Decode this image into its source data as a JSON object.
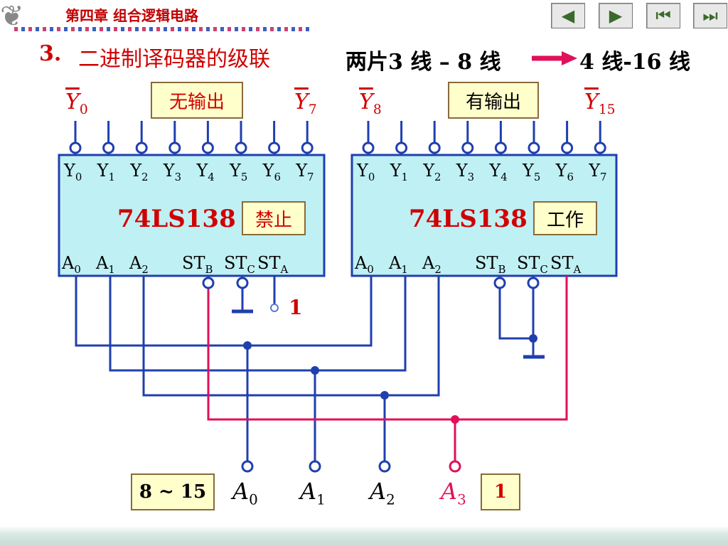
{
  "header": {
    "chapter": "第四章  组合逻辑电路"
  },
  "title": {
    "number": "3.",
    "text": "二进制译码器的级联",
    "desc_left": "两片3 线 – 8 线",
    "desc_right": "4 线-16 线"
  },
  "labels": {
    "no_output": "无输出",
    "has_output": "有输出",
    "disable": "禁止",
    "work": "工作",
    "range": "8 ~ 15",
    "a3_value": "1",
    "sta_value": "1"
  },
  "chips": [
    {
      "name": "74LS138",
      "outputs": [
        "Y",
        "Y",
        "Y",
        "Y",
        "Y",
        "Y",
        "Y",
        "Y"
      ],
      "output_subs": [
        "0",
        "1",
        "2",
        "3",
        "4",
        "5",
        "6",
        "7"
      ],
      "inputs_left": [
        "A",
        "A",
        "A"
      ],
      "inputs_left_subs": [
        "0",
        "1",
        "2"
      ],
      "inputs_right": [
        "ST",
        "ST",
        "ST"
      ],
      "inputs_right_subs": [
        "B",
        "C",
        "A"
      ],
      "top_left": "Y",
      "top_left_sub": "0",
      "top_right": "Y",
      "top_right_sub": "7"
    },
    {
      "name": "74LS138",
      "outputs": [
        "Y",
        "Y",
        "Y",
        "Y",
        "Y",
        "Y",
        "Y",
        "Y"
      ],
      "output_subs": [
        "0",
        "1",
        "2",
        "3",
        "4",
        "5",
        "6",
        "7"
      ],
      "inputs_left": [
        "A",
        "A",
        "A"
      ],
      "inputs_left_subs": [
        "0",
        "1",
        "2"
      ],
      "inputs_right": [
        "ST",
        "ST",
        "ST"
      ],
      "inputs_right_subs": [
        "B",
        "C",
        "A"
      ],
      "top_left": "Y",
      "top_left_sub": "8",
      "top_right": "Y",
      "top_right_sub": "15"
    }
  ],
  "bottom_inputs": [
    {
      "label": "A",
      "sub": "0"
    },
    {
      "label": "A",
      "sub": "1"
    },
    {
      "label": "A",
      "sub": "2"
    },
    {
      "label": "A",
      "sub": "3"
    }
  ],
  "colors": {
    "wire": "#1f3fae",
    "highlight": "#e0105a",
    "chip_fill": "#bff0f4",
    "label_box": "#ffffcc",
    "title_red": "#d00000"
  },
  "nav_icons": [
    "prev-triangle-icon",
    "next-triangle-icon",
    "first-icon",
    "last-icon"
  ]
}
